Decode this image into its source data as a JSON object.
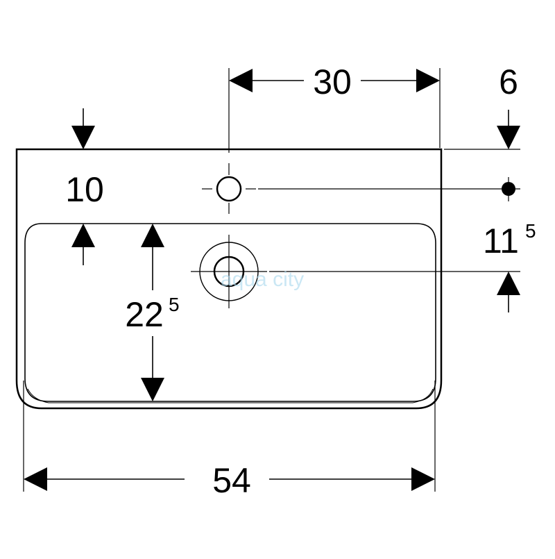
{
  "drawing": {
    "subject": "washbasin",
    "dimensions": {
      "width": "54",
      "tap_hole_offset": "30",
      "rim_to_tap_axis": "6",
      "rim_wall": "10",
      "basin_depth_main": "22",
      "basin_depth_sup": "5",
      "tap_to_drain_main": "11",
      "tap_to_drain_sup": "5"
    },
    "watermark": "aqua city"
  },
  "colors": {
    "line": "#000000",
    "watermark": "#a8d8ee",
    "background": "#ffffff"
  }
}
